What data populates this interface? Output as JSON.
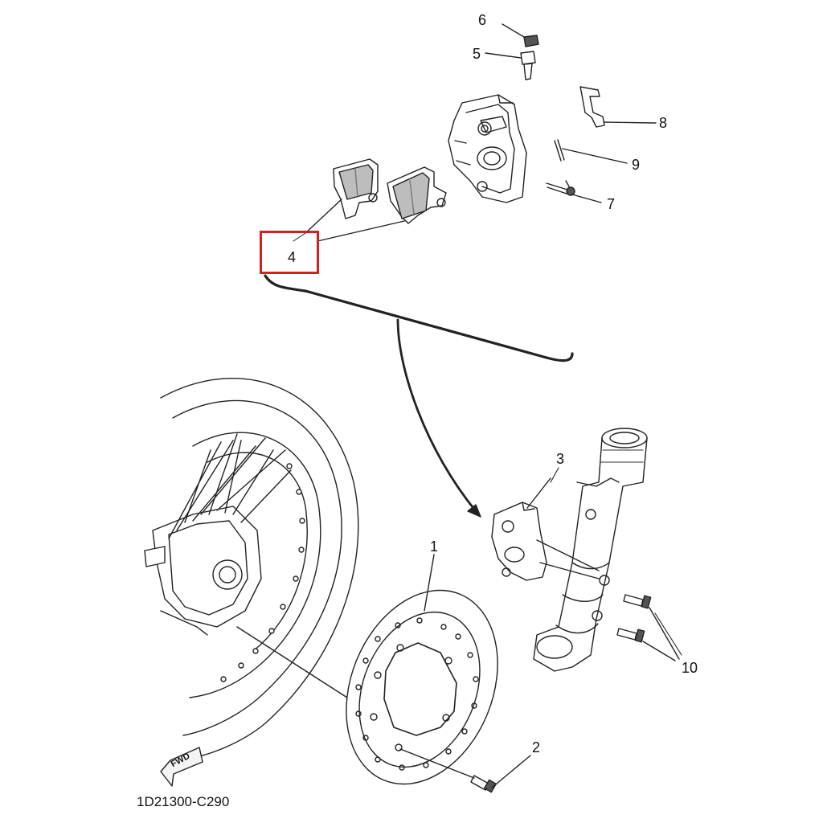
{
  "callouts": {
    "c1": "1",
    "c2": "2",
    "c3": "3",
    "c4": "4",
    "c5": "5",
    "c6": "6",
    "c7": "7",
    "c8": "8",
    "c9": "9",
    "c10": "10"
  },
  "fwd_label": "FWD",
  "diagram_code": "1D21300-C290",
  "highlight": {
    "part": "4",
    "color": "#d32020"
  }
}
